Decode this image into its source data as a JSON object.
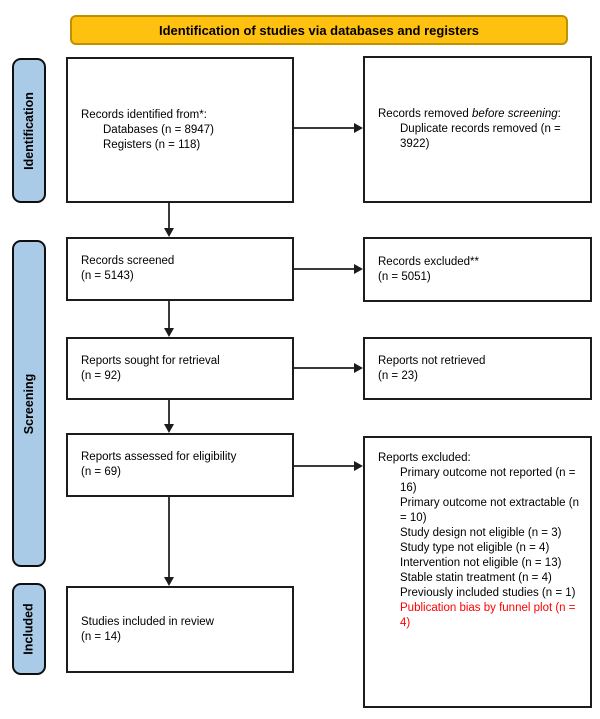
{
  "colors": {
    "header_bg": "#FFC110",
    "header_border": "#BF9000",
    "sidebar_bg": "#A9CBE8",
    "box_border": "#1c1c1c",
    "highlight_red": "#FF0000"
  },
  "header": {
    "title": "Identification of studies via databases and registers"
  },
  "sidebar": {
    "identification": "Identification",
    "screening": "Screening",
    "included": "Included"
  },
  "boxes": {
    "records_identified": {
      "title": "Records identified from*:",
      "sub_items": [
        "Databases (n = 8947)",
        "Registers (n = 118)"
      ]
    },
    "records_removed": {
      "prefix": "Records removed ",
      "italic": "before screening",
      "suffix": ":",
      "sub_items": [
        "Duplicate records removed (n = 3922)"
      ]
    },
    "records_screened": {
      "line1": "Records screened",
      "line2": "(n = 5143)"
    },
    "records_excluded": {
      "line1": "Records excluded**",
      "line2": "(n = 5051)"
    },
    "reports_sought": {
      "line1": "Reports sought for retrieval",
      "line2": "(n = 92)"
    },
    "reports_not_retrieved": {
      "line1": "Reports not retrieved",
      "line2": "(n = 23)"
    },
    "reports_assessed": {
      "line1": "Reports assessed for eligibility",
      "line2": "(n = 69)"
    },
    "reports_excluded": {
      "title": "Reports excluded:",
      "items": [
        "Primary outcome not reported (n = 16)",
        "Primary outcome not extractable (n = 10)",
        "Study design not eligible (n = 3)",
        "Study type not eligible (n = 4)",
        "Intervention not eligible (n = 13)",
        "Stable statin treatment (n = 4)",
        "Previously included studies (n = 1)",
        "Publication bias by funnel plot (n = 4)"
      ],
      "red_item_index": 7
    },
    "studies_included": {
      "line1": "Studies included in review",
      "line2": "(n = 14)"
    }
  }
}
